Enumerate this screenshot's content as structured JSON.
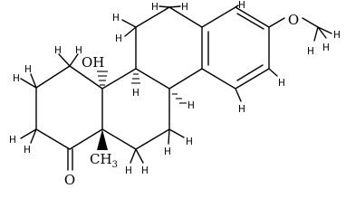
{
  "molecule": {
    "line_color": "#000000",
    "background": "#ffffff",
    "labels": {
      "oh": "OH",
      "methoxy_o": "O",
      "ketone_o": "O",
      "methyl": "CH",
      "methyl_sub": "3",
      "h": "H"
    }
  }
}
